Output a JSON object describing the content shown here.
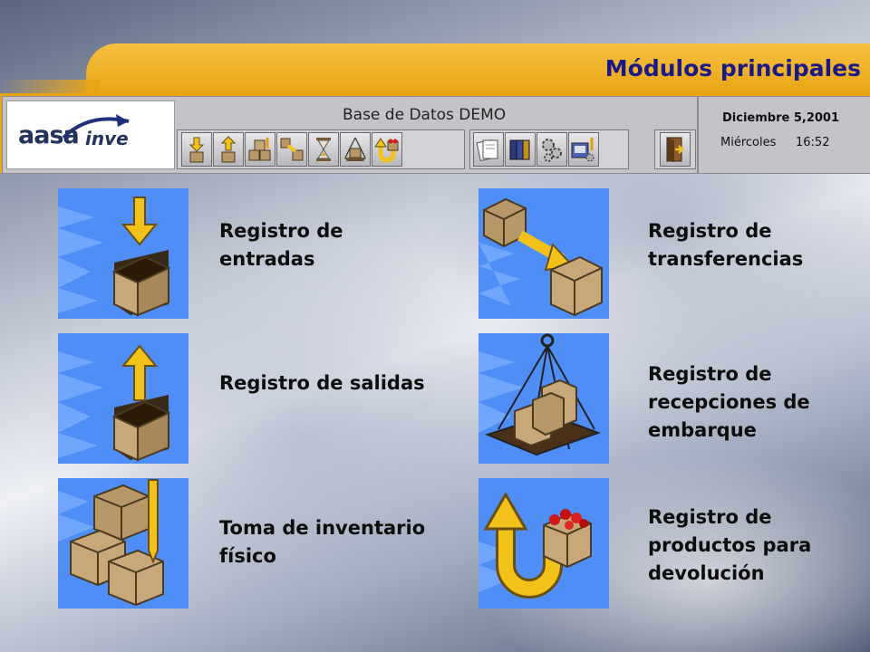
{
  "header": {
    "title": "Módulos principales"
  },
  "app": {
    "logo_main": "aasa",
    "logo_sub": "inve",
    "database_name": "Base de Datos DEMO",
    "date": "Diciembre 5,2001",
    "weekday": "Miércoles",
    "time": "16:52",
    "toolbar_icons": [
      "entry-arrow-down-box-icon",
      "exit-arrow-up-box-icon",
      "inventory-boxes-icon",
      "transfer-boxes-icon",
      "hourglass-icon",
      "crane-load-icon",
      "return-arrow-icon",
      "documents-icon",
      "books-icon",
      "gears-icon",
      "tools-box-icon",
      "exit-door-icon"
    ]
  },
  "modules": [
    {
      "label": "Registro de entradas",
      "icon": "box-arrow-in-icon"
    },
    {
      "label": "Registro de salidas",
      "icon": "box-arrow-out-icon"
    },
    {
      "label": "Toma de inventario físico",
      "icon": "inventory-pencil-icon"
    },
    {
      "label": "Registro de transferencias",
      "icon": "box-transfer-icon"
    },
    {
      "label": "Registro de recepciones de embarque",
      "icon": "shipment-sling-icon"
    },
    {
      "label": "Registro de productos para devolución",
      "icon": "return-u-arrow-icon"
    }
  ],
  "colors": {
    "title_bar": "#e9a414",
    "title_text": "#1a1a86",
    "tile_blue": "#4f8ef7",
    "box_tan": "#c8a878",
    "arrow_yellow": "#f2c21a"
  }
}
